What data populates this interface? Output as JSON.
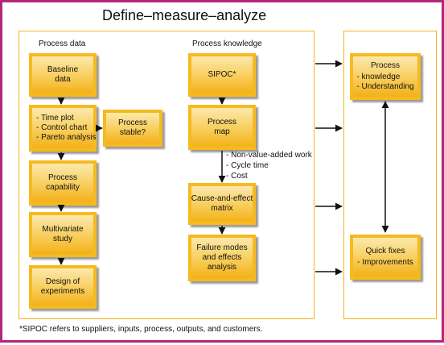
{
  "title": "Define–measure–analyze",
  "process_data": {
    "label": "Process data",
    "baseline": [
      "Baseline",
      "data"
    ],
    "time_box": [
      "Time plot",
      "Control chart",
      "Pareto analysis"
    ],
    "stable": [
      "Process",
      "stable?"
    ],
    "capability": [
      "Process",
      "capability"
    ],
    "multivariate": [
      "Multivariate",
      "study"
    ],
    "design": [
      "Design of",
      "experiments"
    ]
  },
  "process_knowledge": {
    "label": "Process knowledge",
    "sipoc": "SIPOC*",
    "map": [
      "Process",
      "map"
    ],
    "notes": [
      "Non-value-added work",
      "Cycle time",
      "Cost"
    ],
    "cause_effect": [
      "Cause-and-effect",
      "matrix"
    ],
    "fmea": [
      "Failure modes",
      "and effects",
      "analysis"
    ]
  },
  "outcomes": {
    "process": {
      "title": "Process",
      "items": [
        "knowledge",
        "Understanding"
      ]
    },
    "quick": {
      "title": "Quick fixes",
      "items": [
        "Improvements"
      ]
    }
  },
  "footnote": "*SIPOC refers to suppliers, inputs, process, outputs, and customers.",
  "colors": {
    "border": "#b4267a",
    "frame": "#f4b41a",
    "box_border": "#f6ba1f",
    "box_fill": "#f8cd5a"
  }
}
